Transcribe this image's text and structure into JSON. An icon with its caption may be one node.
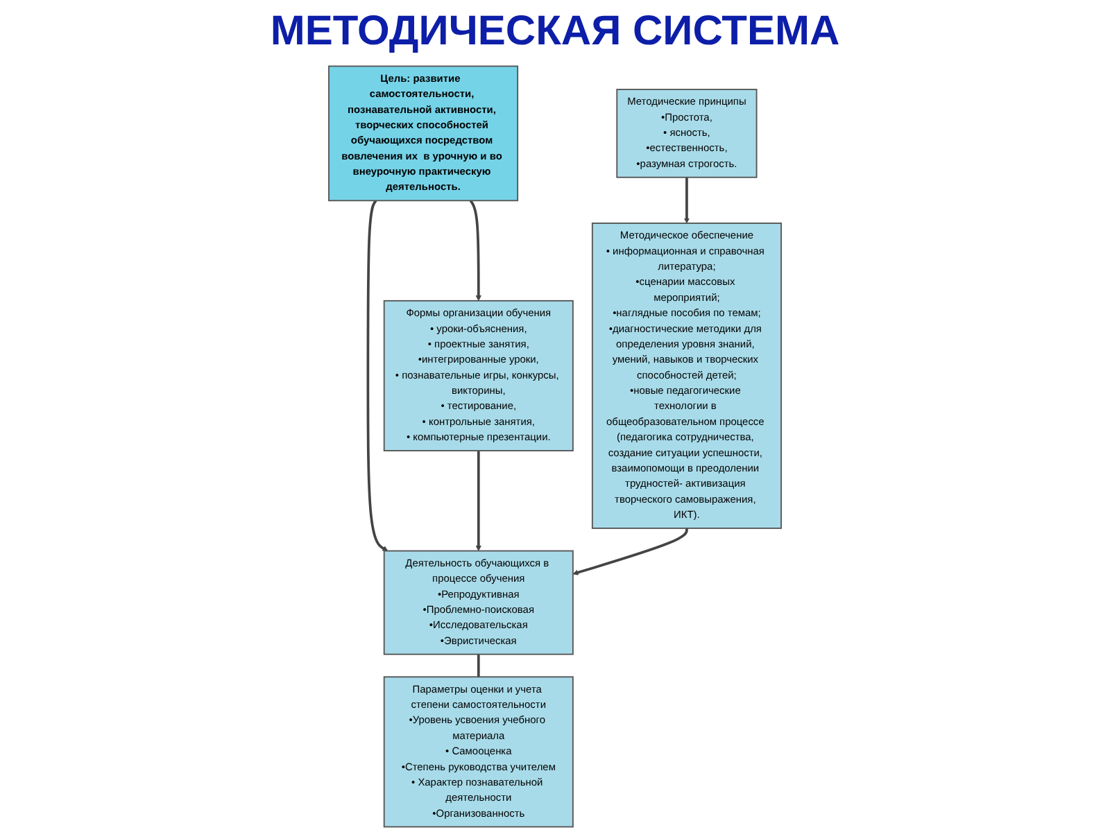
{
  "diagram": {
    "title": "МЕТОДИЧЕСКАЯ СИСТЕМА",
    "nodes": [
      {
        "text": [
          "Цель: развитие  самостоятельности, познавательной активности, творческих способностей обучающихся посредством вовлечения их  в урочную и во внеурочную практическую деятельность."
        ]
      },
      {
        "text": [
          "Формы организации обучения",
          "• уроки-объяснения,",
          "• проектные занятия,",
          "•интегрированные уроки,",
          "• познавательные игры, конкурсы, викторины,",
          "• тестирование,",
          "• контрольные занятия,",
          "• компьютерные презентации."
        ]
      },
      {
        "text": [
          "Методическое обеспечение",
          "• информационная и справочная литература;",
          "•сценарии массовых мероприятий;",
          "•наглядные пособия по темам;",
          "•диагностические методики для определения уровня знаний, умений, навыков и творческих способностей детей;",
          "•новые педагогические технологии в общеобразовательном процессе (педагогика сотрудничества, создание ситуации успешности, взаимопомощи в преодолении трудностей- активизация творческого самовыражения, ИКТ)."
        ]
      },
      {
        "text": [
          "Деятельность обучающихся в процессе обучения",
          "•Репродуктивная",
          "•Проблемно-поисковая",
          "•Исследовательская",
          "•Эвристическая"
        ]
      },
      {
        "text": [
          "Параметры оценки и учета степени самостоятельности",
          "•Уровень усвоения учебного материала",
          "• Самооценка",
          "•Степень руководства учителем",
          "• Характер познавательной деятельности",
          "•Организованность"
        ]
      },
      {
        "text": [
          "Методические принципы",
          "•Простота,",
          "• ясность,",
          "•естественность,",
          "•разумная строгость."
        ]
      }
    ],
    "edges": [
      {
        "from": 0,
        "to": 1,
        "arrow": "to"
      },
      {
        "from": 0,
        "to": 3,
        "arrow": "to"
      },
      {
        "from": 1,
        "to": 3,
        "arrow": "to"
      },
      {
        "from": 2,
        "to": 3,
        "arrow": "to"
      },
      {
        "from": 3,
        "to": 4,
        "arrow": "none"
      },
      {
        "from": 5,
        "to": 2,
        "arrow": "to"
      }
    ]
  }
}
